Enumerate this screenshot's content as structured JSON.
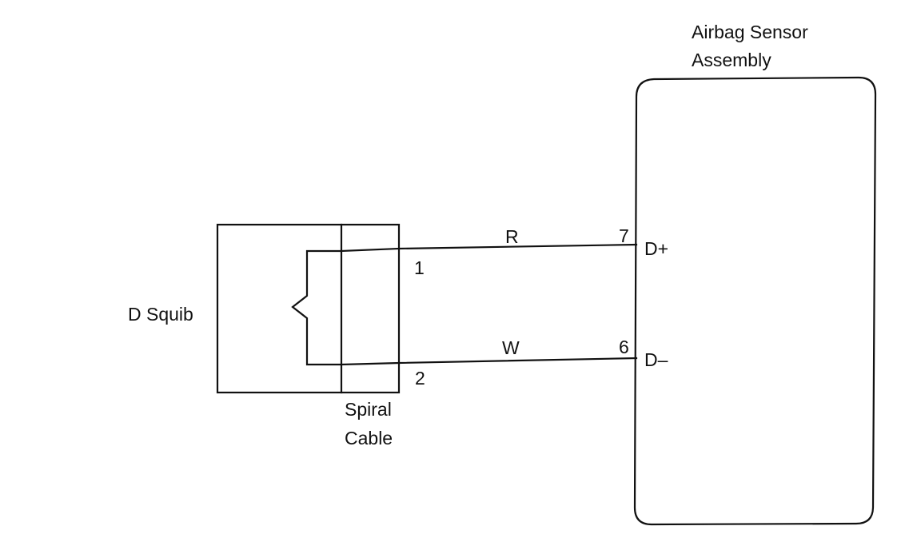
{
  "labels": {
    "airbag_sensor_line1": "Airbag Sensor",
    "airbag_sensor_line2": "Assembly",
    "squib": "D Squib",
    "spiral_line1": "Spiral",
    "spiral_line2": "Cable",
    "wire_top_color": "R",
    "wire_bottom_color": "W",
    "terminal_top_left": "1",
    "terminal_bottom_left": "2",
    "terminal_top_right": "7",
    "terminal_bottom_right": "6",
    "pin_top": "D+",
    "pin_bottom": "D–"
  }
}
